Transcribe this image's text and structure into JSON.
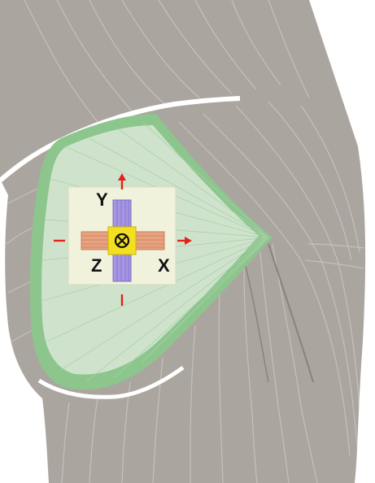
{
  "diagram": {
    "axis_labels": {
      "y": "Y",
      "z": "Z",
      "x": "X"
    },
    "center_symbol": "⊗",
    "colors": {
      "background": "#ffffff",
      "muscle_gray": "#aba59f",
      "muscle_gray_dark": "#8a837c",
      "muscle_lines": "#cbc6c1",
      "pectoral_green": "#cfe3cc",
      "pectoral_edge": "#8cc68d",
      "sensor_pad": "#f1f2dc",
      "vertical_strip": "#a696e3",
      "horizontal_strip": "#e7a280",
      "center_square": "#f2e021",
      "arrow_red": "#e5231b"
    }
  }
}
